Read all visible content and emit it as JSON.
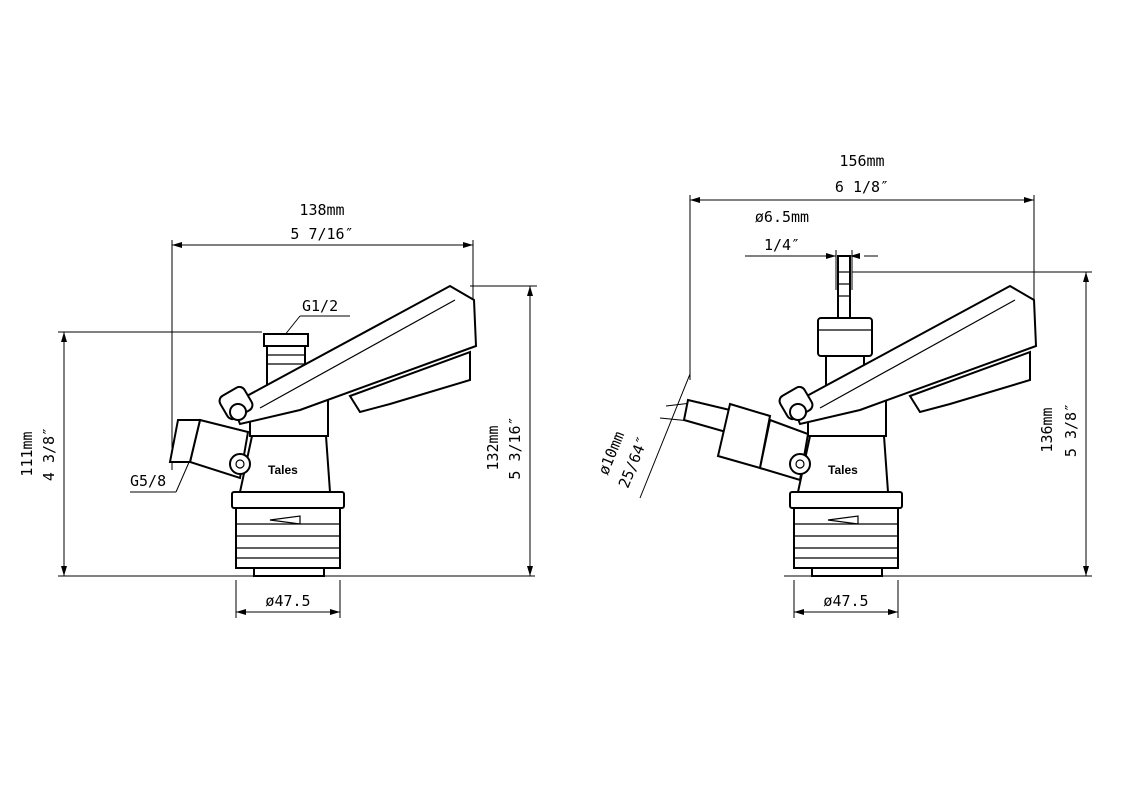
{
  "left_view": {
    "width_mm": "138mm",
    "width_in": "5 7/16″",
    "height_mm": "132mm",
    "height_in": "5 3/16″",
    "left_height_mm": "111mm",
    "left_height_in": "4 3/8″",
    "thread_top": "G1/2",
    "thread_side": "G5/8",
    "diameter": "ø47.5",
    "logo": "Tales"
  },
  "right_view": {
    "width_mm": "156mm",
    "width_in": "6 1/8″",
    "hose_mm": "ø6.5mm",
    "hose_in": "1/4″",
    "height_mm": "136mm",
    "height_in": "5 3/8″",
    "side_mm": "ø10mm",
    "side_in": "25/64″",
    "diameter": "ø47.5",
    "logo": "Tales"
  }
}
